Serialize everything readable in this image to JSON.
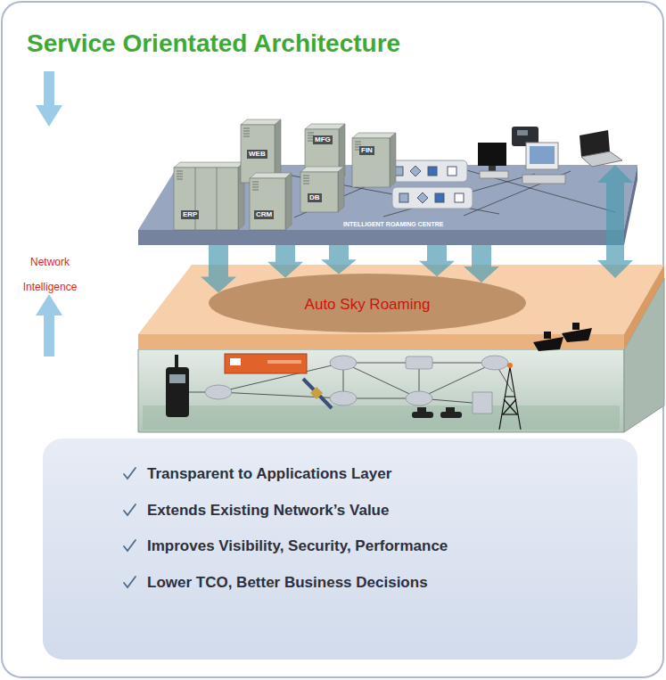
{
  "diagram": {
    "title": "Service Orientated Architecture",
    "nodes": [
      {
        "text": [
          "INTELLIGENT ROAMING CENTRE"
        ]
      },
      {
        "text": [
          "ERP"
        ],
        "in": 0
      },
      {
        "text": [
          "WEB"
        ],
        "in": 0
      },
      {
        "text": [
          "CRM"
        ],
        "in": 0
      },
      {
        "text": [
          "MFG"
        ],
        "in": 0
      },
      {
        "text": [
          "DB"
        ],
        "in": 0
      },
      {
        "text": [
          "FIN"
        ],
        "in": 0
      },
      {
        "text": [
          "Auto Sky Roaming"
        ]
      },
      {
        "text": [
          "Transparent to Applications Layer",
          "Extends Existing Network’s Value",
          "Improves Visibility, Security, Performance",
          "Lower TCO, Better Business Decisions"
        ]
      }
    ],
    "edges": [
      {
        "from": 0,
        "to": 7,
        "arrow": "to"
      },
      {
        "from": 0,
        "to": 7,
        "arrow": "to"
      },
      {
        "from": 0,
        "to": 7,
        "arrow": "to"
      },
      {
        "from": 0,
        "to": 7,
        "arrow": "to"
      },
      {
        "from": 0,
        "to": 7,
        "arrow": "to"
      }
    ],
    "labels": [
      "Network Intelligence"
    ]
  }
}
